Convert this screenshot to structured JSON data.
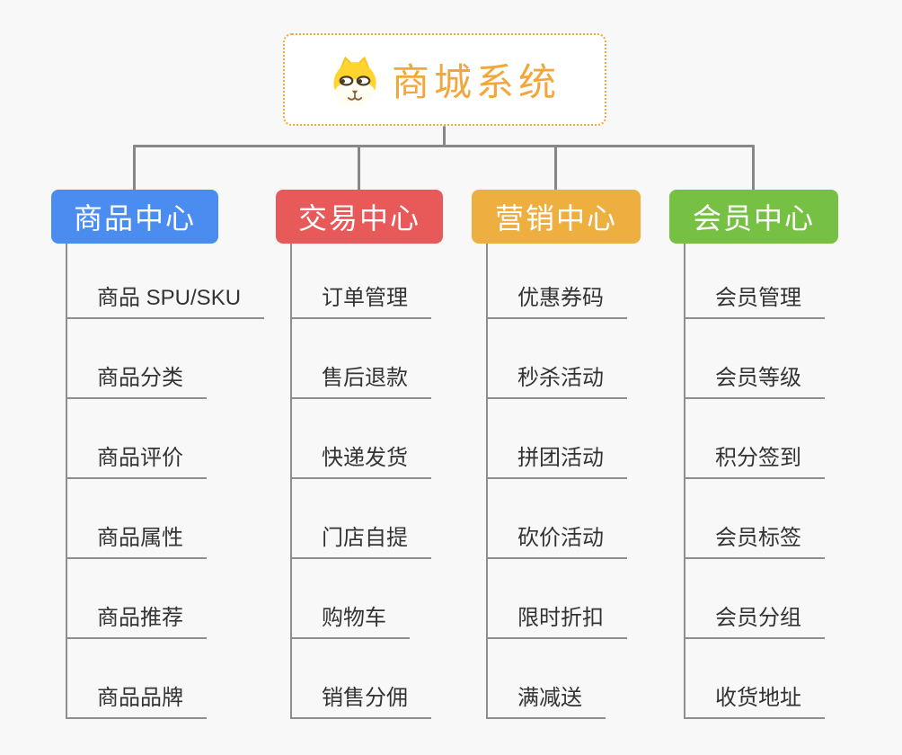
{
  "root": {
    "title": "商城系统",
    "icon": "dog-face-icon",
    "accent_color": "#F2A73D",
    "border_style": "dotted",
    "background": "#FFFFFF"
  },
  "canvas": {
    "background_color": "#F8F8F8",
    "connector_color": "#878787",
    "leaf_line_color": "#8E8E8E",
    "leaf_text_color": "#333333"
  },
  "branches": [
    {
      "label": "商品中心",
      "color": "#4A8CF0",
      "items": [
        "商品 SPU/SKU",
        "商品分类",
        "商品评价",
        "商品属性",
        "商品推荐",
        "商品品牌"
      ]
    },
    {
      "label": "交易中心",
      "color": "#E85A5A",
      "items": [
        "订单管理",
        "售后退款",
        "快递发货",
        "门店自提",
        "购物车",
        "销售分佣"
      ]
    },
    {
      "label": "营销中心",
      "color": "#EDAF3F",
      "items": [
        "优惠券码",
        "秒杀活动",
        "拼团活动",
        "砍价活动",
        "限时折扣",
        "满减送"
      ]
    },
    {
      "label": "会员中心",
      "color": "#76C044",
      "items": [
        "会员管理",
        "会员等级",
        "积分签到",
        "会员标签",
        "会员分组",
        "收货地址"
      ]
    }
  ]
}
